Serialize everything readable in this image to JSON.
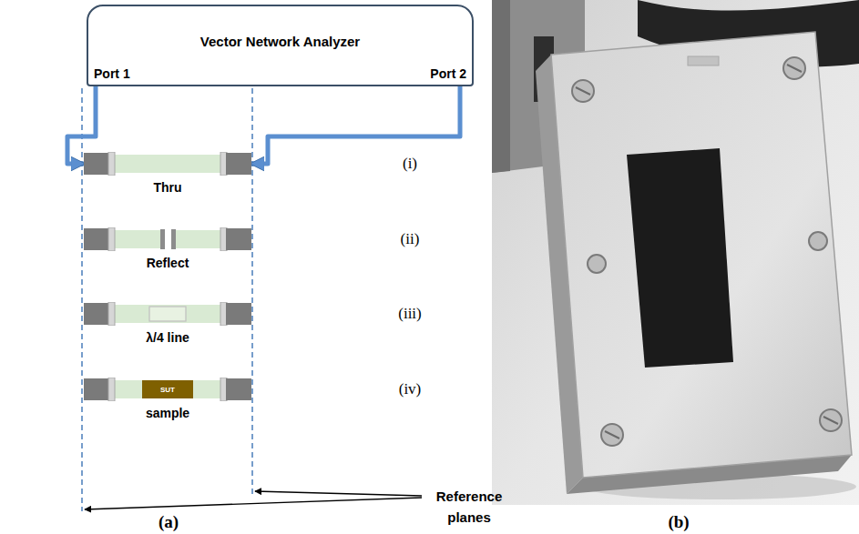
{
  "diagram": {
    "nodes": [
      {
        "text": [
          "Vector Network Analyzer",
          "Port 1",
          "Port 2"
        ]
      },
      {
        "text": [
          "Thru"
        ]
      },
      {
        "text": [
          "Reflect"
        ]
      },
      {
        "text": [
          "λ/4 line"
        ]
      },
      {
        "text": [
          "sample"
        ]
      },
      {
        "text": [
          "SUT"
        ],
        "in": 4
      }
    ],
    "edges": [
      {
        "from": 0,
        "to": 1,
        "arrow": "to"
      },
      {
        "from": 0,
        "to": 1,
        "arrow": "to"
      }
    ],
    "labels": [
      "(i)",
      "(ii)",
      "(iii)",
      "(iv)",
      "Reference planes",
      "(a)",
      "(b)"
    ]
  }
}
